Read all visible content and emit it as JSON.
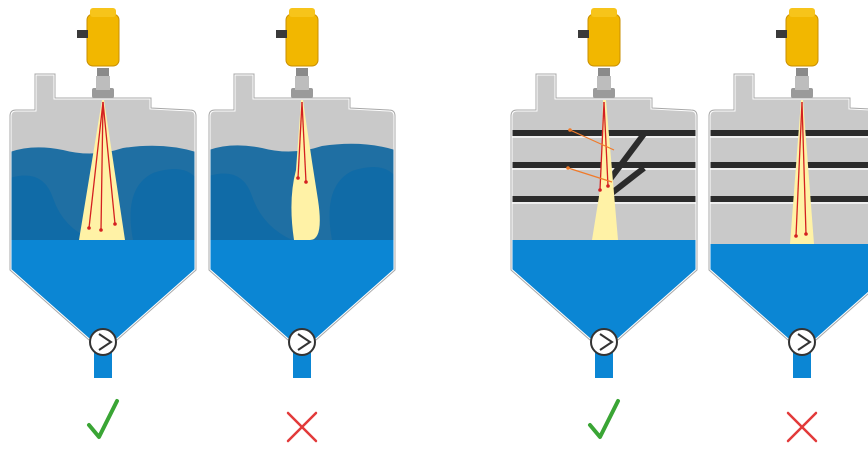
{
  "colors": {
    "tank_gray": "#c9c9c9",
    "tank_outline": "#ffffff",
    "liquid": "#0b86d4",
    "liquid_dark": "#0a6aa8",
    "foam": "#1f6fa3",
    "foam_light": "#2a7fb4",
    "beam": "#fff2a6",
    "ray": "#d42020",
    "reflect_ray": "#f07a2a",
    "sensor_yellow": "#f2b700",
    "sensor_dark": "#3a3a3a",
    "flange": "#9a9a9a",
    "check_green": "#3aa535",
    "cross_red": "#e23a3a",
    "bar_dark": "#2b2b2b"
  },
  "panels": [
    {
      "id": "foam-good",
      "scenario": "foam",
      "verdict": "correct",
      "verdict_icon": "check-icon"
    },
    {
      "id": "foam-bad",
      "scenario": "foam-heavy",
      "verdict": "incorrect",
      "verdict_icon": "cross-icon"
    },
    {
      "id": "struts-good",
      "scenario": "struts-deflector",
      "verdict": "correct",
      "verdict_icon": "check-icon"
    },
    {
      "id": "struts-bad",
      "scenario": "struts",
      "verdict": "incorrect",
      "verdict_icon": "cross-icon"
    }
  ]
}
